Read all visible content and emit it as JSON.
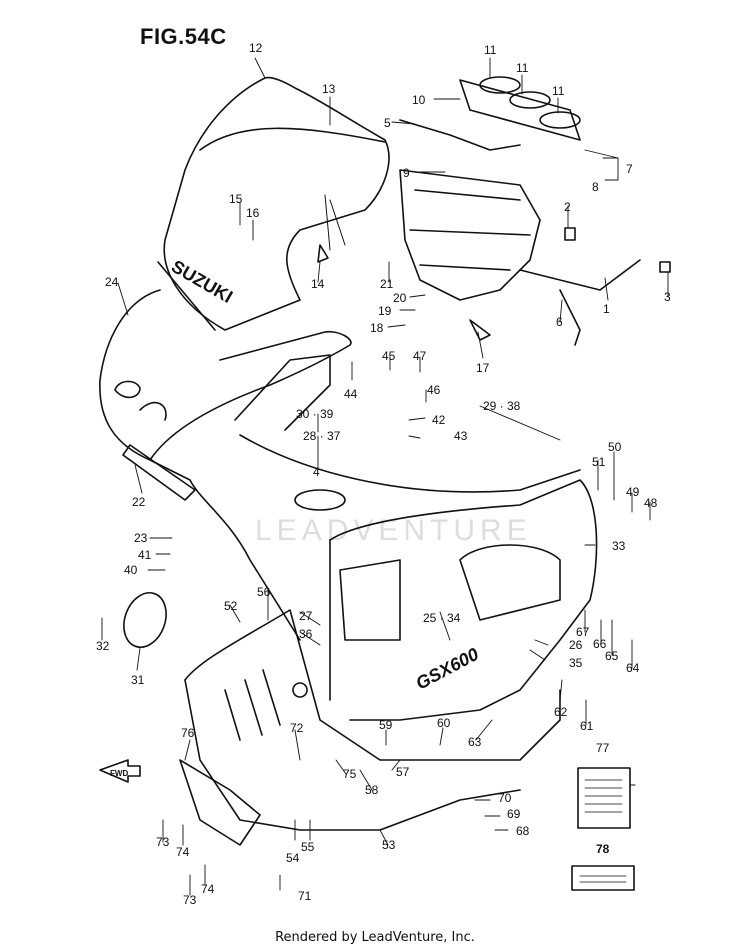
{
  "figure_title": "FIG.54C",
  "footer_text": "Rendered by LeadVenture, Inc.",
  "watermark_text": "LEADVENTURE",
  "fwd_label": "FWD",
  "brand_text": "SUZUKI",
  "decal_text": "GSX600",
  "callouts": {
    "c1": "1",
    "c2": "2",
    "c3": "3",
    "c4": "4",
    "c5": "5",
    "c6": "6",
    "c7": "7",
    "c8": "8",
    "c9": "9",
    "c10": "10",
    "c11a": "11",
    "c11b": "11",
    "c11c": "11",
    "c12": "12",
    "c13": "13",
    "c14": "14",
    "c15": "15",
    "c16": "16",
    "c17": "17",
    "c18": "18",
    "c19": "19",
    "c20": "20",
    "c21": "21",
    "c22": "22",
    "c23": "23",
    "c24": "24",
    "c2534": "25 · 34",
    "c26": "26",
    "c27": "27",
    "c2938": "29 · 38",
    "c3039": "30 · 39",
    "c31": "31",
    "c32": "32",
    "c33": "33",
    "c35": "35",
    "c36": "36",
    "c2837": "28 · 37",
    "c40": "40",
    "c41": "41",
    "c42": "42",
    "c43": "43",
    "c44": "44",
    "c45": "45",
    "c46": "46",
    "c47": "47",
    "c48": "48",
    "c49": "49",
    "c50": "50",
    "c51": "51",
    "c52": "52",
    "c53": "53",
    "c54": "54",
    "c55": "55",
    "c56": "56",
    "c57": "57",
    "c58": "58",
    "c59": "59",
    "c60": "60",
    "c61": "61",
    "c62": "62",
    "c63": "63",
    "c64": "64",
    "c65": "65",
    "c66": "66",
    "c67": "67",
    "c68": "68",
    "c69": "69",
    "c70": "70",
    "c71": "71",
    "c72": "72",
    "c73a": "73",
    "c73b": "73",
    "c74a": "74",
    "c74b": "74",
    "c75": "75",
    "c76": "76",
    "c77": "77",
    "c78": "78"
  }
}
